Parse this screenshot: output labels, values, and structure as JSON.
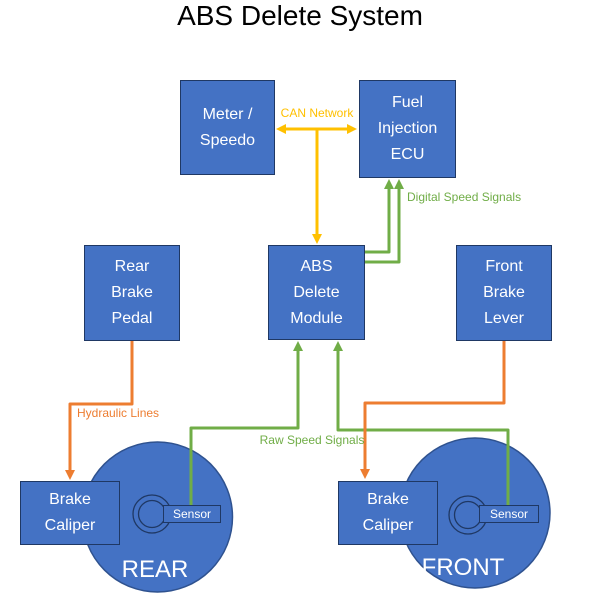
{
  "title": "ABS Delete System",
  "colors": {
    "bg": "#FFFFFF",
    "box-fill": "#4472C4",
    "box-border": "#1F3864",
    "box-text": "#FFFFFF",
    "wheel-fill": "#4472C4",
    "wheel-border": "#2F528F",
    "ring-border": "#1F3864",
    "can": "#FFC000",
    "signal": "#70AD47",
    "hydraulic": "#ED7D31",
    "title-color": "#000000"
  },
  "nodes": {
    "meter_speedo": {
      "label": "Meter /\nSpeedo"
    },
    "fuel_injection_ecu": {
      "label": "Fuel\nInjection\nECU"
    },
    "abs_delete_module": {
      "label": "ABS\nDelete\nModule"
    },
    "rear_brake_pedal": {
      "label": "Rear\nBrake\nPedal"
    },
    "front_brake_lever": {
      "label": "Front\nBrake\nLever"
    },
    "rear_brake_caliper": {
      "label": "Brake\nCaliper"
    },
    "front_brake_caliper": {
      "label": "Brake\nCaliper"
    },
    "rear_sensor": {
      "label": "Sensor"
    },
    "front_sensor": {
      "label": "Sensor"
    }
  },
  "wheels": {
    "rear": {
      "label": "REAR"
    },
    "front": {
      "label": "FRONT"
    }
  },
  "edges": {
    "can_network": {
      "label": "CAN Network"
    },
    "digital_speed": {
      "label": "Digital Speed Signals"
    },
    "raw_speed": {
      "label": "Raw Speed Signals"
    },
    "hydraulic": {
      "label": "Hydraulic Lines"
    }
  }
}
